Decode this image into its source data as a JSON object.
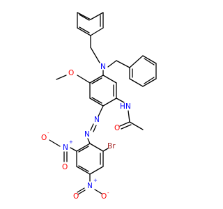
{
  "molecule": {
    "colors": {
      "carbon": "#000000",
      "nitrogen": "#0000ff",
      "oxygen": "#ff0000",
      "bromine": "#a52a2a"
    },
    "labels": {
      "n_amine": "N",
      "o_methoxy": "O",
      "n_amide": "N",
      "h_amide": "H",
      "o_amide": "O",
      "n_azo_1": "N",
      "n_azo_2": "N",
      "br": "Br",
      "n_nitro_left": "N",
      "plus_nitro_left": "+",
      "o_nitro_left_a": "O",
      "minus_nitro_left": "-",
      "o_nitro_left_b": "O",
      "n_nitro_bottom": "N",
      "plus_nitro_bottom": "+",
      "o_nitro_bottom_a": "O",
      "o_nitro_bottom_b": "O",
      "minus_nitro_bottom": "-"
    }
  }
}
